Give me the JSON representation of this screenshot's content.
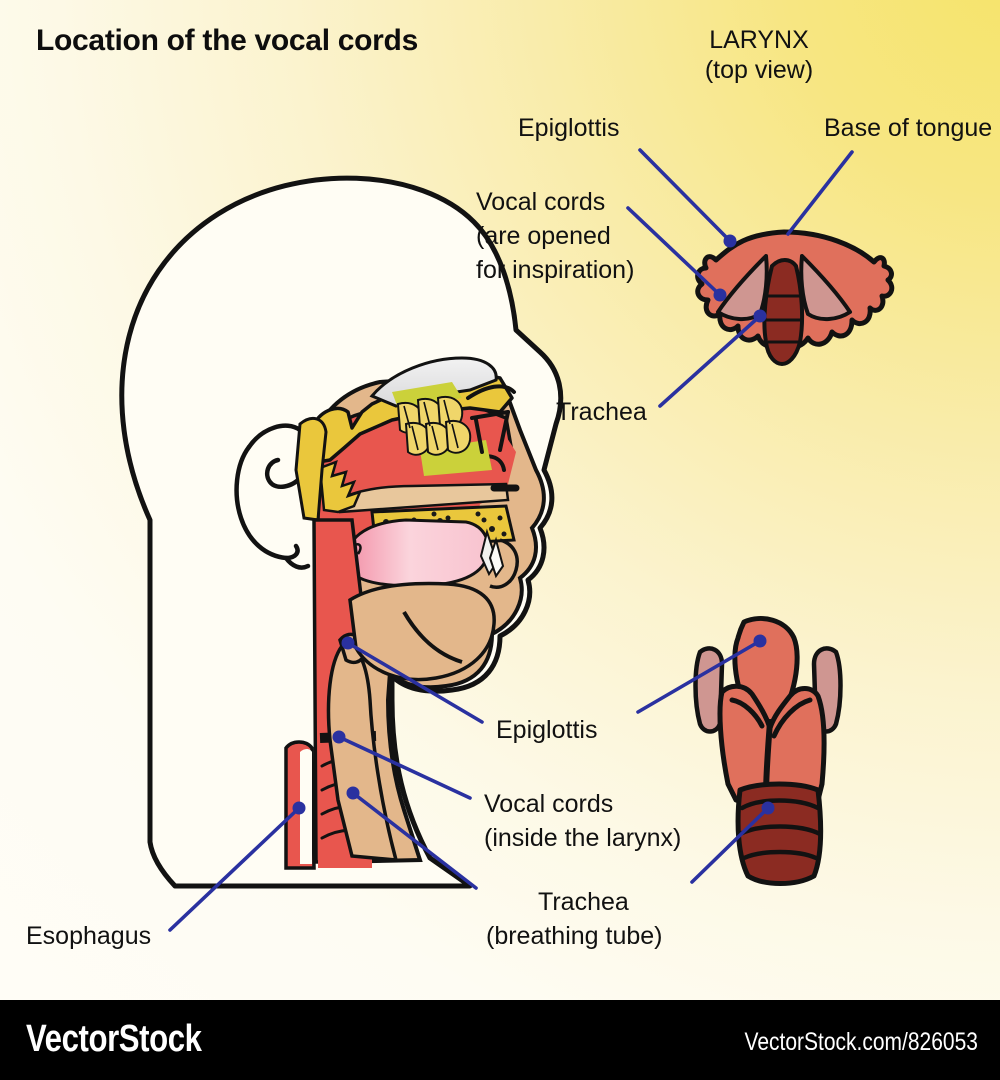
{
  "page": {
    "title": "Location of the vocal cords",
    "background_top_right": "#f6e469",
    "background_base": "#fffdf6"
  },
  "footer": {
    "brand": "VectorStock",
    "url": "VectorStock.com/826053",
    "background": "#000000",
    "text_color": "#ffffff"
  },
  "panels": {
    "top_view": {
      "heading_line1": "LARYNX",
      "heading_line2": "(top view)"
    }
  },
  "labels": [
    {
      "id": "larynx-heading-1",
      "text": "LARYNX"
    },
    {
      "id": "larynx-heading-2",
      "text": "(top view)"
    },
    {
      "id": "epiglottis-top",
      "text": "Epiglottis"
    },
    {
      "id": "base-of-tongue",
      "text": "Base of tongue"
    },
    {
      "id": "vocal-cords-open-1",
      "text": "Vocal cords"
    },
    {
      "id": "vocal-cords-open-2",
      "text": "(are opened"
    },
    {
      "id": "vocal-cords-open-3",
      "text": "for inspiration)"
    },
    {
      "id": "trachea-top",
      "text": "Trachea"
    },
    {
      "id": "epiglottis-sagittal",
      "text": "Epiglottis"
    },
    {
      "id": "vocal-cords-inside-1",
      "text": "Vocal cords"
    },
    {
      "id": "vocal-cords-inside-2",
      "text": "(inside the larynx)"
    },
    {
      "id": "trachea-bottom-1",
      "text": "Trachea"
    },
    {
      "id": "trachea-bottom-2",
      "text": "(breathing tube)"
    },
    {
      "id": "esophagus",
      "text": "Esophagus"
    }
  ],
  "colors": {
    "leader_line": "#2a31a0",
    "outline": "#121212",
    "skin": "#e3b78b",
    "mucosa_red": "#e8564e",
    "bone_gold": "#eac73c",
    "bone_gold_light": "#f0d66a",
    "olive": "#cbd13a",
    "sinus_white": "#e6e6e6",
    "tongue_pink": "#f7b7c4",
    "cartilage_coral": "#e0705c",
    "cartilage_pink": "#cf9691",
    "trachea_maroon": "#8b2b22",
    "text": "#111111"
  }
}
